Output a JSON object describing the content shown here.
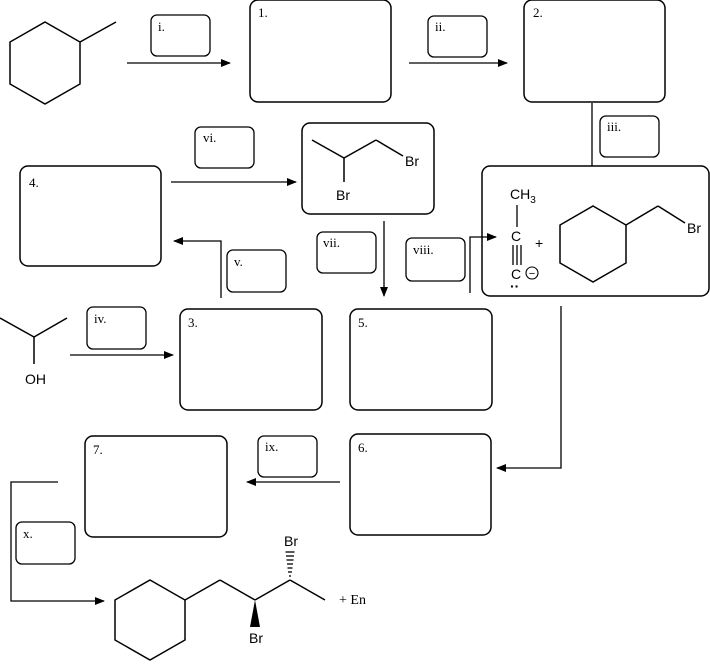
{
  "answer_boxes": {
    "b1": "1.",
    "b2": "2.",
    "b3": "3.",
    "b4": "4.",
    "b5": "5.",
    "b6": "6.",
    "b7": "7."
  },
  "reagent_boxes": {
    "r1": "i.",
    "r2": "ii.",
    "r3": "iii.",
    "r4": "iv.",
    "r5": "v.",
    "r6": "vi.",
    "r7": "vii.",
    "r8": "viii.",
    "r9": "ix.",
    "r10": "x."
  },
  "molecule_labels": {
    "dibromopropane_br_top": "Br",
    "dibromopropane_br_bottom": "Br",
    "alcohol_oh": "OH",
    "propynide_ch3": "CH",
    "propynide_ch3_sub": "3",
    "propynide_c_top": "C",
    "propynide_c_bottom": "C",
    "propynide_charge": "−",
    "propynide_lone_pair": "··",
    "plus_sign": "+",
    "bromomethyl_br": "Br",
    "product_br_top": "Br",
    "product_br_bottom": "Br",
    "product_plus_en": "+ En"
  }
}
